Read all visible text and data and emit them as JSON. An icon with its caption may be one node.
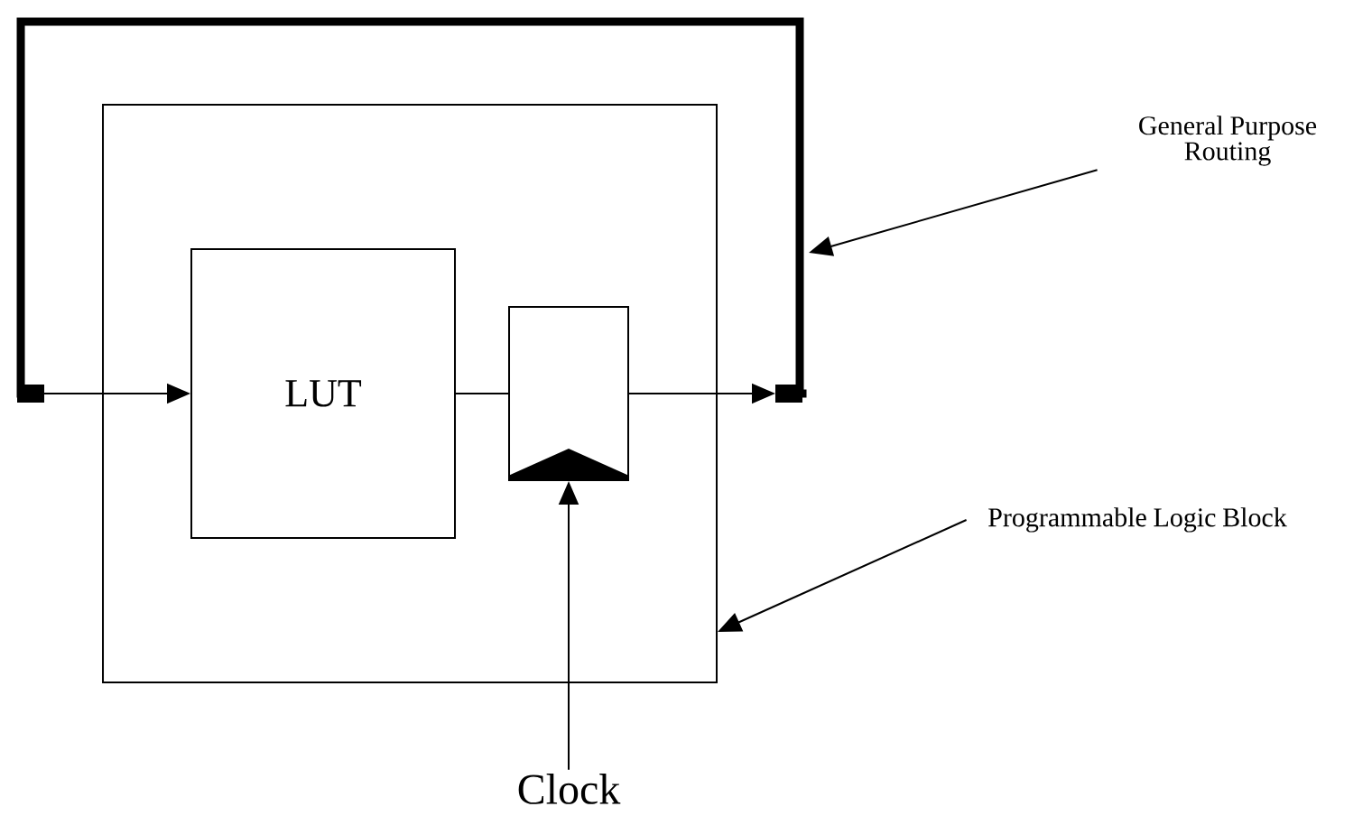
{
  "diagram": {
    "nodes": [
      {
        "text": [],
        "shape": "box"
      },
      {
        "text": [
          "LUT"
        ],
        "in": 0
      },
      {
        "text": [],
        "shape": "box",
        "in": 0
      },
      {
        "text": [],
        "shape": "box"
      },
      {
        "text": [],
        "shape": "box"
      },
      {
        "text": [
          "General Purpose Routing"
        ]
      },
      {
        "text": [
          "Programmable Logic Block"
        ]
      },
      {
        "text": [
          "Clock"
        ]
      }
    ],
    "edges": [
      {
        "from": 3,
        "to": 1,
        "arrow": "to"
      },
      {
        "from": 1,
        "to": 2,
        "arrow": "none"
      },
      {
        "from": 2,
        "to": 4,
        "arrow": "to"
      },
      {
        "from": 4,
        "to": 3,
        "arrow": "none",
        "style": "thick"
      },
      {
        "from": 7,
        "to": 2,
        "arrow": "to"
      },
      {
        "from": 5,
        "to": null,
        "arrow": "to"
      },
      {
        "from": 6,
        "to": 0,
        "arrow": "to"
      }
    ]
  }
}
